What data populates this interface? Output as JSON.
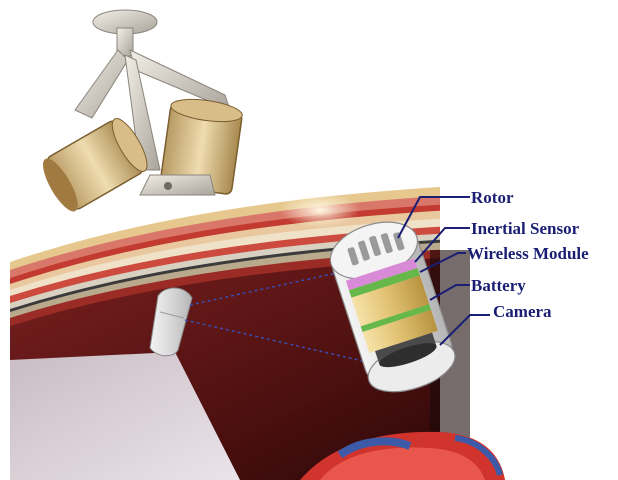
{
  "labels": {
    "rotor": "Rotor",
    "inertial_sensor": "Inertial Sensor",
    "wireless_module": "Wireless Module",
    "battery": "Battery",
    "camera": "Camera"
  },
  "colors": {
    "label_text": "#1a1f73",
    "leader_line": "#1a1f73",
    "tissue_dark": "#5a1414",
    "tissue_red": "#c83a34",
    "coil_copper": "#c8a874",
    "capsule_shell": "#d9d9d9",
    "battery_band": "#e3c778",
    "wireless_band": "#67b84b",
    "sensor_band": "#d98ad6",
    "vessel_red": "#d0342c"
  },
  "icons": {
    "external_coils": "electromagnetic-coil-icon",
    "capsule": "capsule-robot-icon",
    "small_capsule": "capsule-icon"
  }
}
